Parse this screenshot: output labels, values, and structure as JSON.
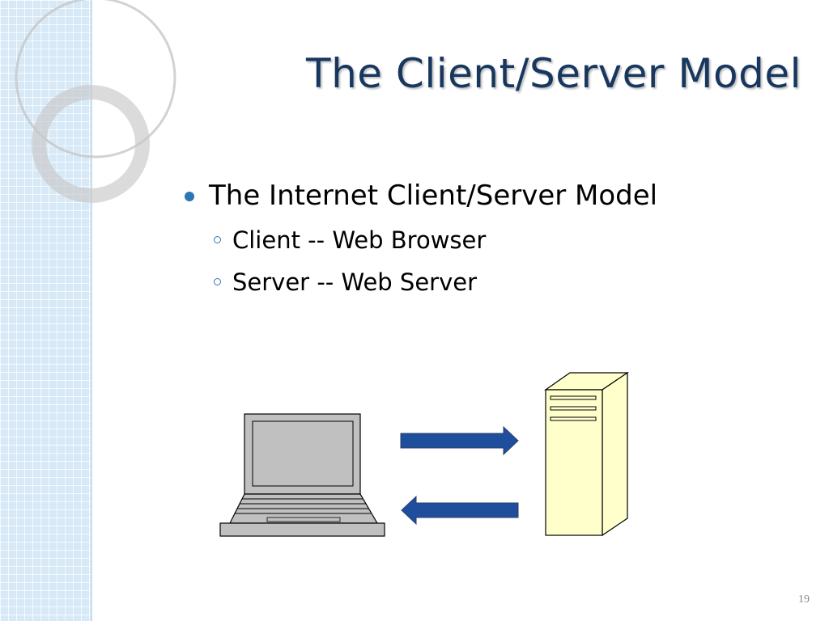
{
  "slide": {
    "title": "The Client/Server Model",
    "bullet": "The Internet Client/Server Model",
    "sub_bullets": [
      "Client -- Web Browser",
      "Server -- Web Server"
    ],
    "page_number": "19"
  },
  "colors": {
    "title": "#17375e",
    "bullet_marker": "#2e75b6",
    "arrow": "#1f4e9c",
    "server_fill": "#ffffcc",
    "laptop_fill": "#c0c0c0"
  },
  "icons": {
    "client": "laptop-icon",
    "server": "server-tower-icon",
    "request": "arrow-right-icon",
    "response": "arrow-left-icon"
  }
}
